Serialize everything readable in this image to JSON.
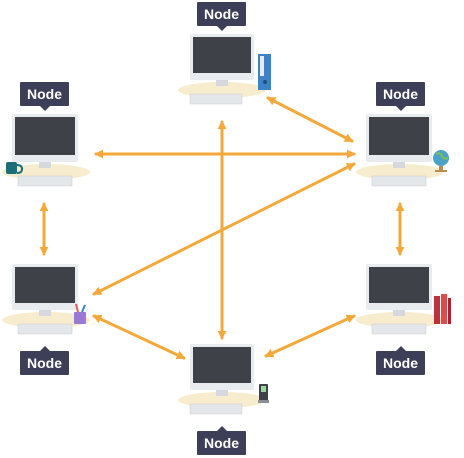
{
  "nodes": [
    {
      "label": "Node",
      "accessory": "binder-icon"
    },
    {
      "label": "Node",
      "accessory": "mug-icon"
    },
    {
      "label": "Node",
      "accessory": "globe-icon"
    },
    {
      "label": "Node",
      "accessory": "pencil-cup-icon"
    },
    {
      "label": "Node",
      "accessory": "books-icon"
    },
    {
      "label": "Node",
      "accessory": "phone-icon"
    }
  ],
  "colors": {
    "arrow": "#f4a83a",
    "label_bg": "#3d3e58",
    "label_text": "#ffffff",
    "monitor_frame": "#e9ecef",
    "screen": "#3e4148",
    "desk": "#f7eccd",
    "keyboard": "#e4e7ea"
  }
}
